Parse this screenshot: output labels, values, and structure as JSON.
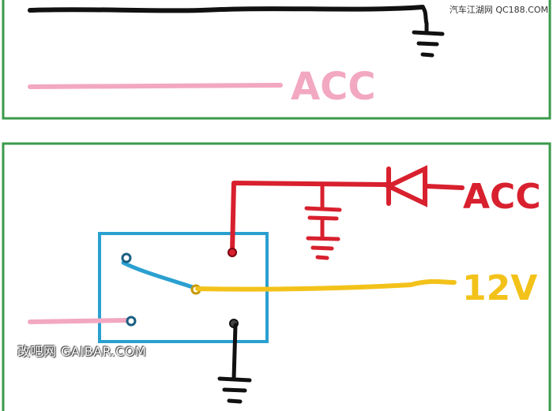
{
  "watermarks": {
    "top_right": "汽车江湖网 QC188.COM",
    "bottom_left": "改吧网 GAIBAR.COM"
  },
  "colors": {
    "frame": "#3a9a4a",
    "black_wire": "#111111",
    "pink_wire": "#f2a8c0",
    "red_wire": "#d8202e",
    "yellow_wire": "#f3c21a",
    "blue_box": "#2aa0d0"
  },
  "top_panel": {
    "acc_label": "ACC"
  },
  "bottom_panel": {
    "acc_label": "ACC",
    "voltage_label": "12V"
  }
}
